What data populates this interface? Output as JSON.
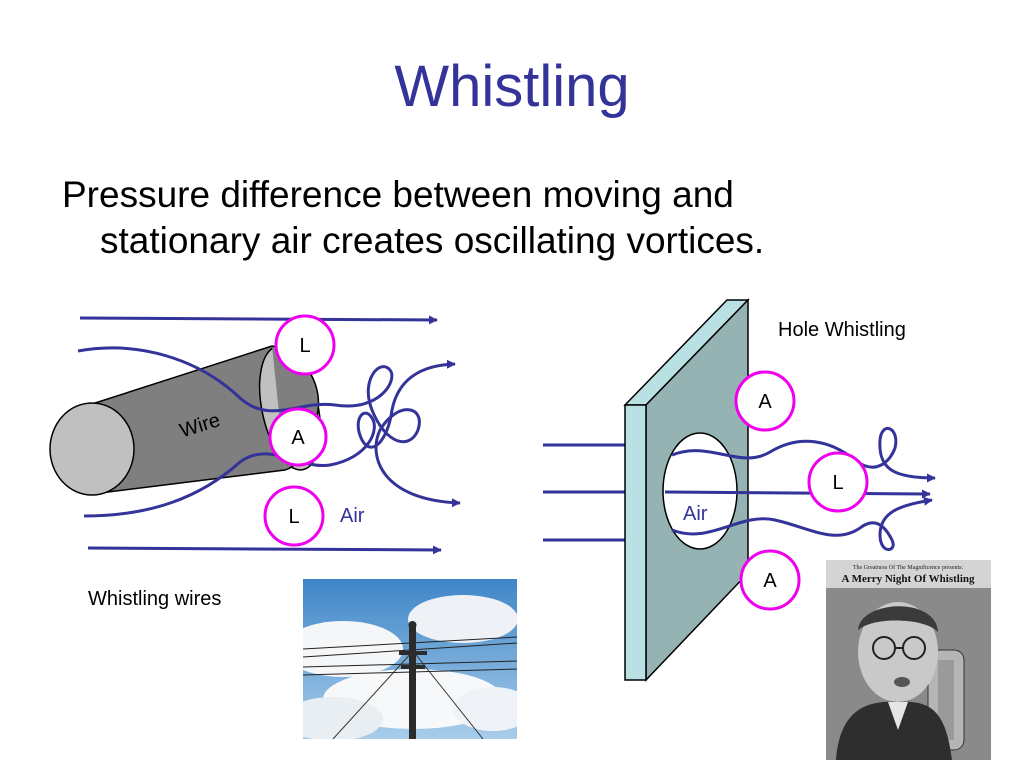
{
  "slide": {
    "title": "Whistling",
    "bullet_line1": "Pressure difference between moving and",
    "bullet_line2": "stationary air creates oscillating vortices."
  },
  "wire_diagram": {
    "wire_label": "Wire",
    "air_label": "Air",
    "markers": [
      "L",
      "A",
      "L"
    ],
    "caption": "Whistling wires"
  },
  "hole_diagram": {
    "title": "Hole Whistling",
    "air_label": "Air",
    "markers": [
      "A",
      "L",
      "A"
    ]
  },
  "album": {
    "header": "The Greatness Of The Magnificence presents:",
    "title": "A Merry Night Of Whistling"
  },
  "colors": {
    "title": "#333399",
    "arrow": "#333399",
    "marker": "#ee00ee",
    "wire_body": "#7f7f7f",
    "plate_front": "#95b3b3",
    "plate_edge": "#b9e0e3"
  }
}
